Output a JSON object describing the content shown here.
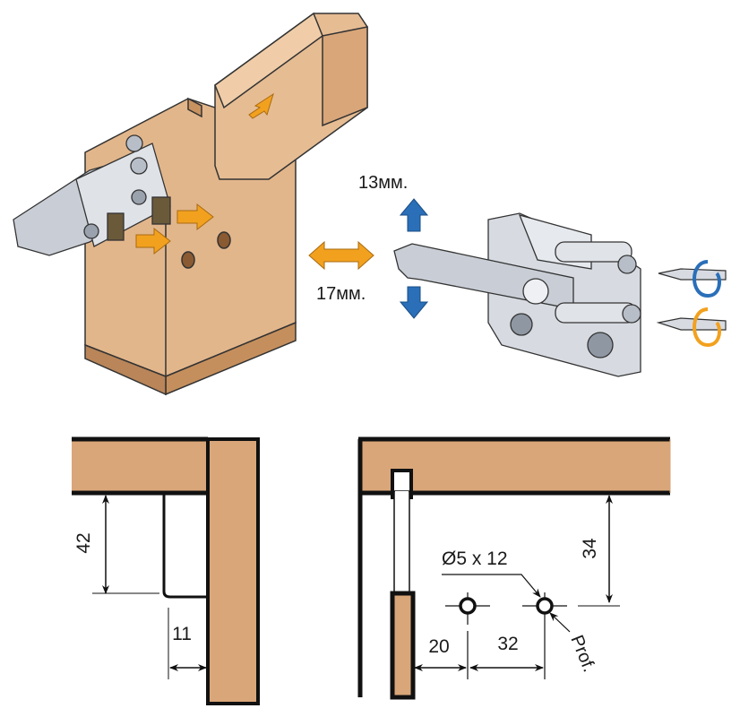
{
  "colors": {
    "wood": "#d9a679",
    "wood_dark": "#b98559",
    "metal": "#c9ced6",
    "metal_dark": "#7c8592",
    "orange": "#f2a11f",
    "blue": "#2a6fb8",
    "line": "#111111"
  },
  "top_view": {
    "vertical_adjust_label": "13мм.",
    "horizontal_adjust_label": "17мм."
  },
  "bottom_left": {
    "dim_height": "42",
    "dim_offset": "11"
  },
  "bottom_right": {
    "dim_height": "34",
    "hole_spec": "Ø5 x 12",
    "depth_label": "Prof.",
    "dim_edge": "20",
    "dim_spacing": "32"
  }
}
